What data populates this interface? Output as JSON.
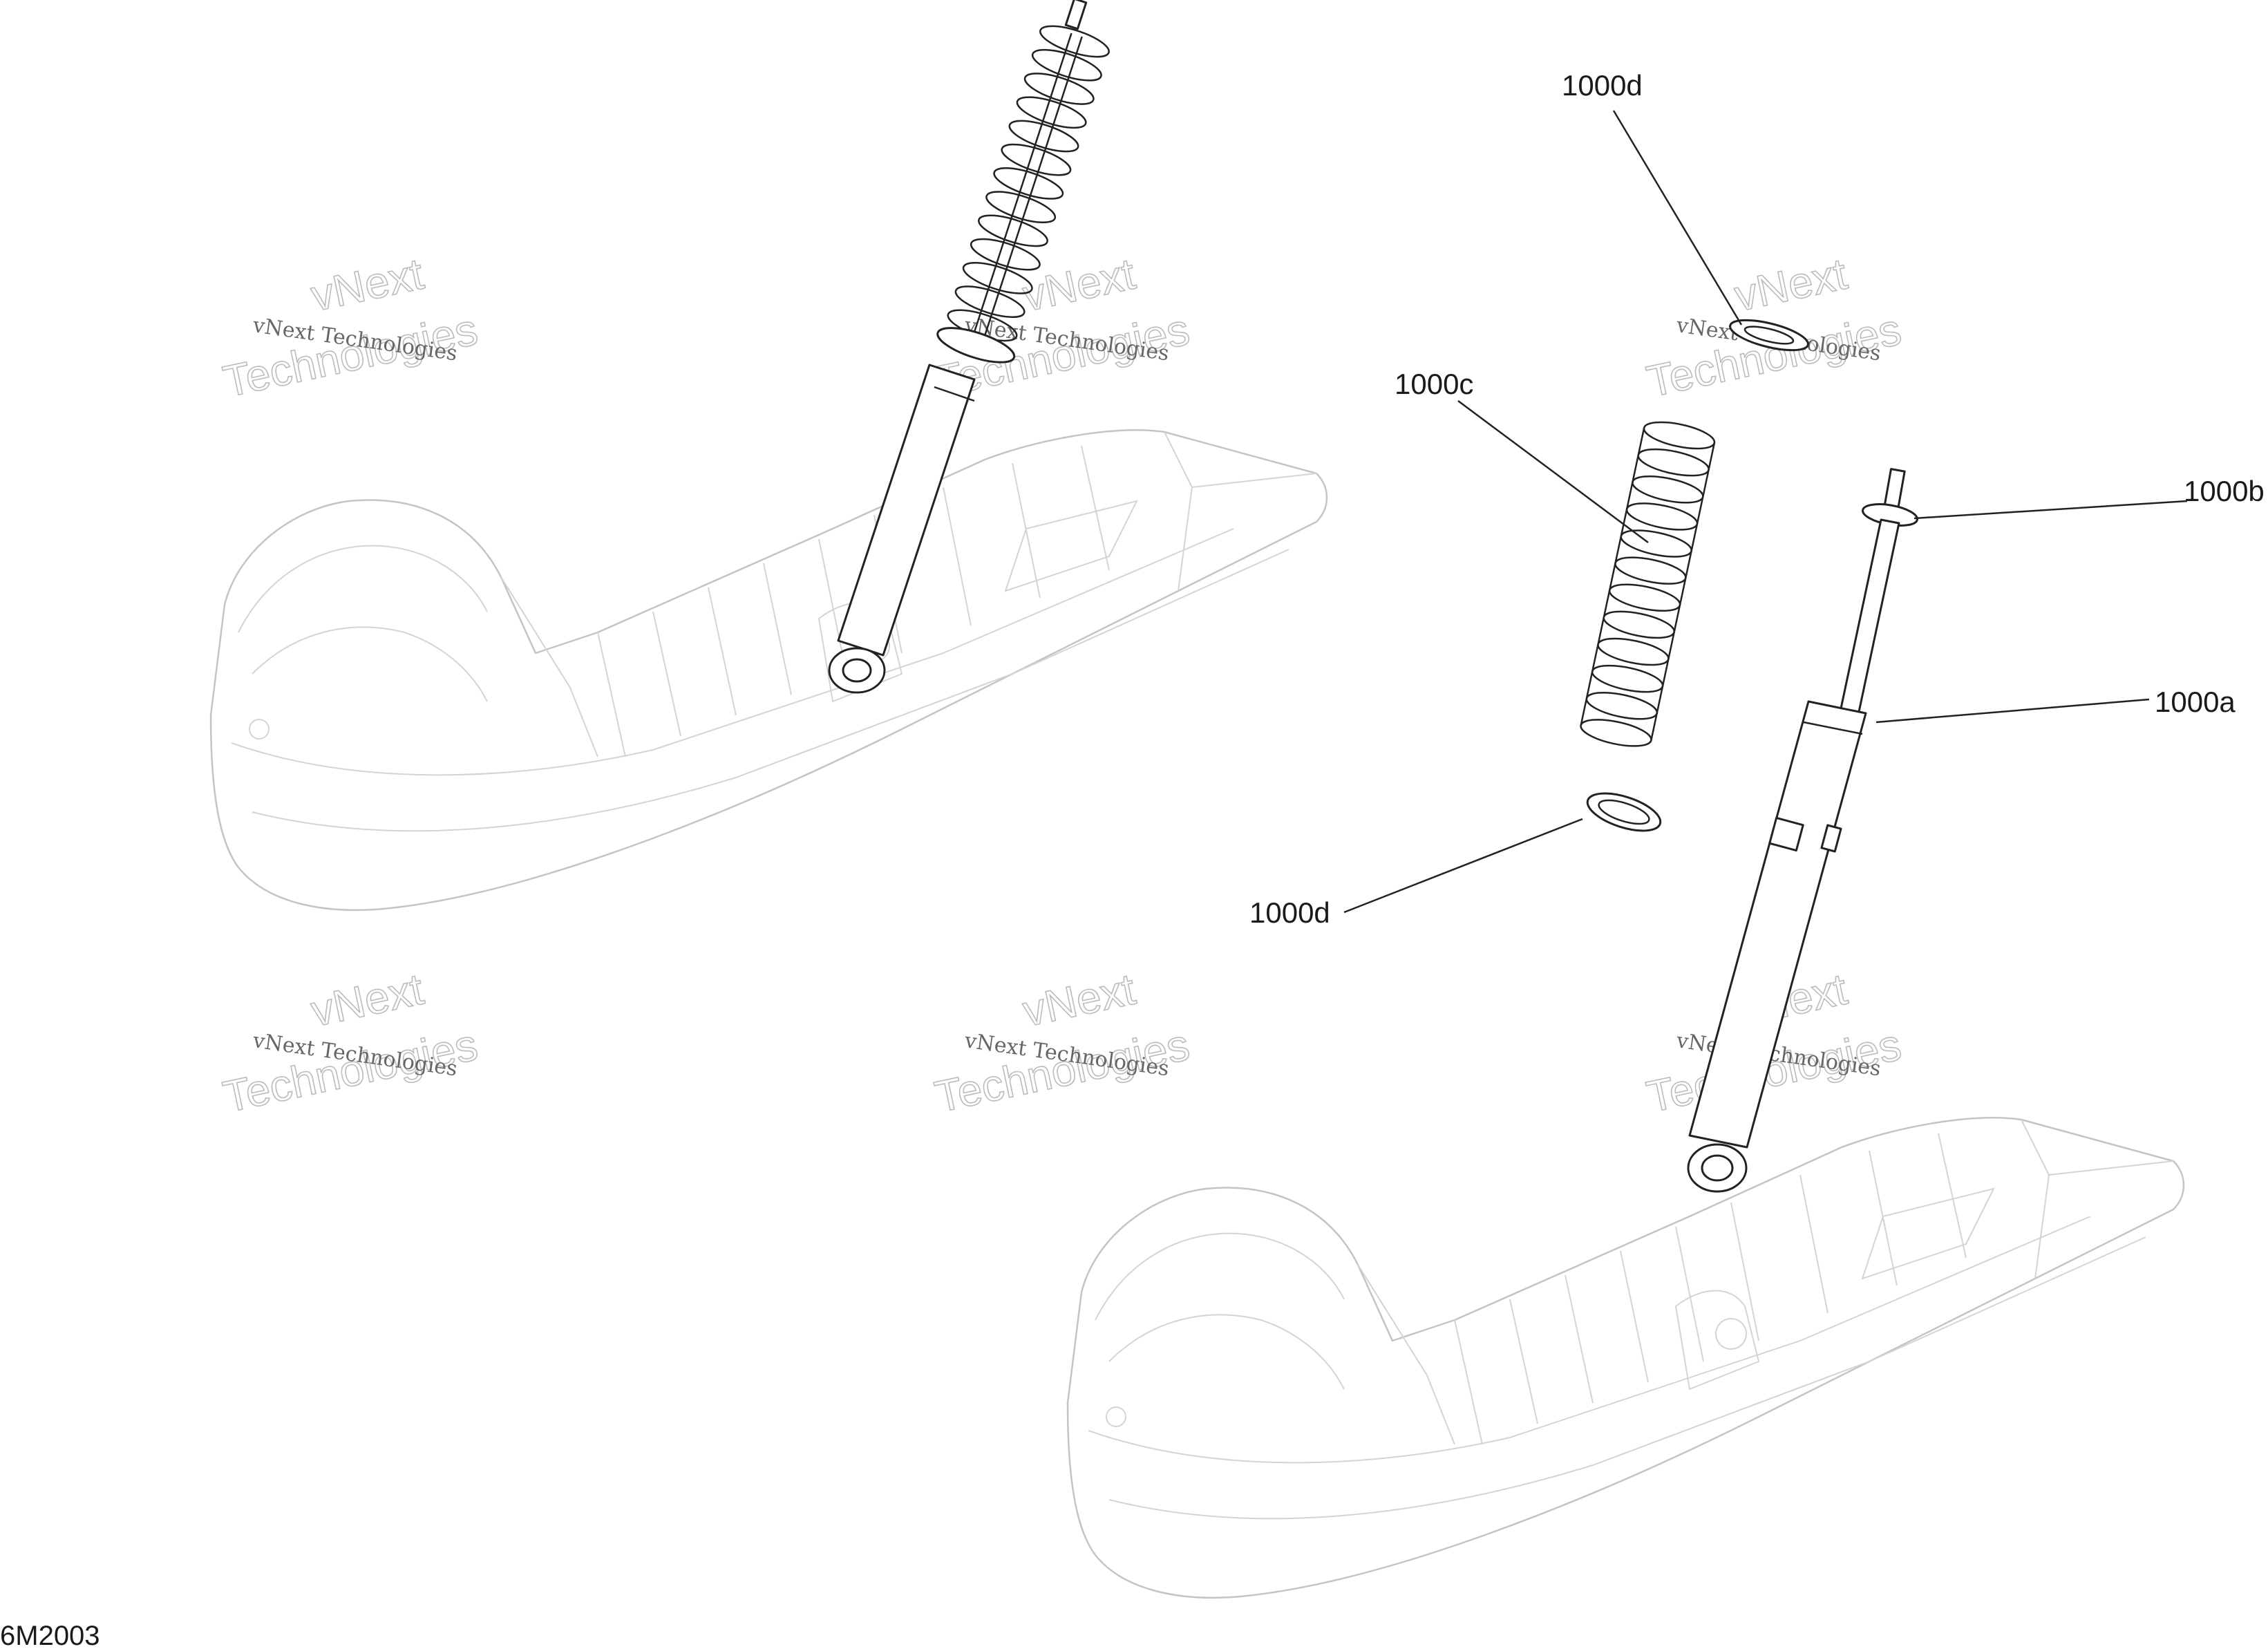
{
  "diagram": {
    "figure_id": "6M2003",
    "callouts": [
      {
        "id": "c-1000d-top",
        "label": "1000d"
      },
      {
        "id": "c-1000c",
        "label": "1000c"
      },
      {
        "id": "c-1000b",
        "label": "1000b"
      },
      {
        "id": "c-1000a",
        "label": "1000a"
      },
      {
        "id": "c-1000d-bottom",
        "label": "1000d"
      }
    ]
  },
  "watermark": {
    "line1": "vNext Technologies",
    "line2a": "vNext",
    "line2b": "Technologies"
  },
  "colors": {
    "ink": "#222222",
    "ski_line": "#c4c4c4",
    "watermark": "#bbbbbb"
  }
}
